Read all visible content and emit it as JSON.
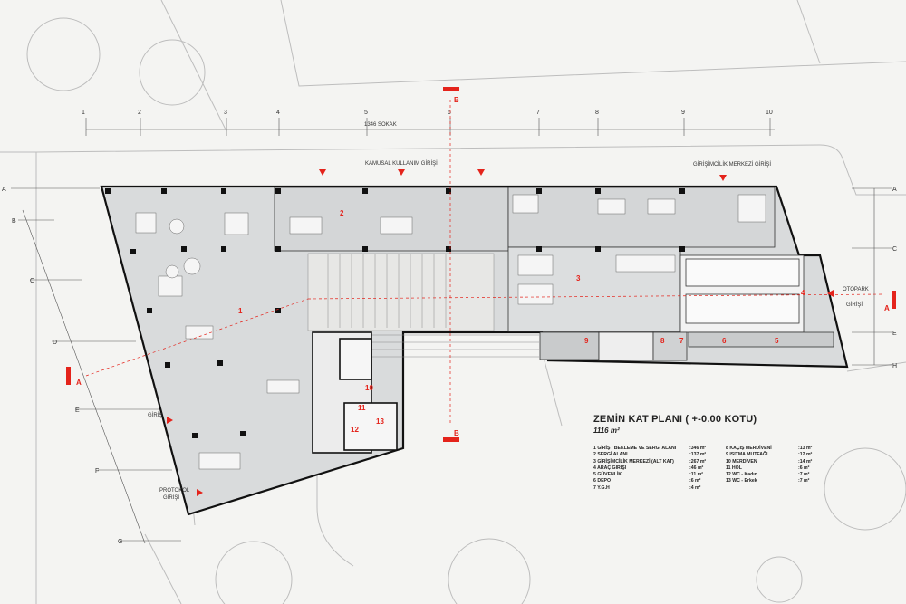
{
  "street": "1346 SOKAK",
  "entrances": {
    "public": "KAMUSAL KULLANIM GİRİŞİ",
    "entrepreneurship": "GİRİŞİMCİLİK MERKEZİ GİRİŞİ",
    "main": "GİRİŞ",
    "protocol_1": "PROTOKOL",
    "protocol_2": "GİRİŞİ",
    "parking_1": "OTOPARK",
    "parking_2": "GİRİŞİ"
  },
  "section_marks": {
    "top": "B",
    "bottom": "B",
    "left": "A",
    "right": "A"
  },
  "grid_top": [
    "1",
    "2",
    "3",
    "4",
    "5",
    "6",
    "7",
    "8",
    "9",
    "10"
  ],
  "grid_left": [
    "A",
    "B",
    "C",
    "D",
    "E",
    "F",
    "G"
  ],
  "grid_right": [
    "A",
    "C",
    "E",
    "H"
  ],
  "room_numbers": [
    "1",
    "2",
    "3",
    "4",
    "5",
    "6",
    "7",
    "8",
    "9",
    "10",
    "11",
    "12",
    "13"
  ],
  "legend": {
    "title": "ZEMİN KAT PLANI ( +-0.00 KOTU)",
    "area": "1116 m²",
    "left": [
      {
        "name": "1 GİRİŞ / BEKLEME VE SERGİ ALANI",
        "value": ":346 m²"
      },
      {
        "name": "2 SERGİ ALANI",
        "value": ":137 m²"
      },
      {
        "name": "3 GİRİŞİMCİLİK MERKEZİ (ALT KAT)",
        "value": ":267 m²"
      },
      {
        "name": "4 ARAÇ GİRİŞİ",
        "value": ":46 m²"
      },
      {
        "name": "5 GÜVENLİK",
        "value": ":11 m²"
      },
      {
        "name": "6 DEPO",
        "value": ":6 m²"
      },
      {
        "name": "7 Y.G.H",
        "value": ":4 m²"
      }
    ],
    "right": [
      {
        "name": "8 KAÇIŞ MERDİVENİ",
        "value": ":13 m²"
      },
      {
        "name": "9 ISITMA MUTFAĞI",
        "value": ":12 m²"
      },
      {
        "name": "10 MERDİVEN",
        "value": ":14 m²"
      },
      {
        "name": "11 HOL",
        "value": ":6 m²"
      },
      {
        "name": "12 WC - Kadın",
        "value": ":7 m²"
      },
      {
        "name": "13 WC - Erkek",
        "value": ":7 m²"
      }
    ]
  },
  "colors": {
    "accent": "#e4231b",
    "wall": "#111111",
    "floor": "#d9dbdc",
    "background": "#f4f4f2"
  }
}
